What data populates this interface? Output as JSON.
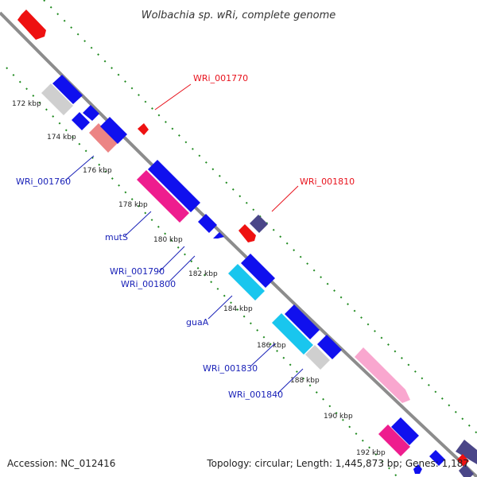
{
  "title": "Wolbachia sp. wRi, complete genome",
  "accession": "Accession: NC_012416",
  "topology": "Topology: circular; Length: 1,445,873 bp; Genes: 1,187",
  "colors": {
    "backbone": "#8c8c8c",
    "tick_dots": "#1f8a1f",
    "forward_label": "#e8121c",
    "reverse_label": "#1a22b8",
    "blue": "#1010ee",
    "red": "#ee1111",
    "navy": "#4a4688",
    "magenta": "#ee1d8e",
    "cyan": "#19c6ee",
    "pink": "#f9a7cf",
    "salmon": "#ec8484",
    "gray": "#cfcfcf"
  },
  "ruler": [
    "172 kbp",
    "174 kbp",
    "176 kbp",
    "178 kbp",
    "180 kbp",
    "182 kbp",
    "184 kbp",
    "186 kbp",
    "188 kbp",
    "190 kbp",
    "192 kbp"
  ],
  "forward_gene_labels": [
    "WRi_001770",
    "WRi_001810"
  ],
  "reverse_gene_labels": [
    "WRi_001760",
    "mutS",
    "WRi_001790",
    "WRi_001800",
    "guaA",
    "WRi_001830",
    "WRi_001840"
  ]
}
